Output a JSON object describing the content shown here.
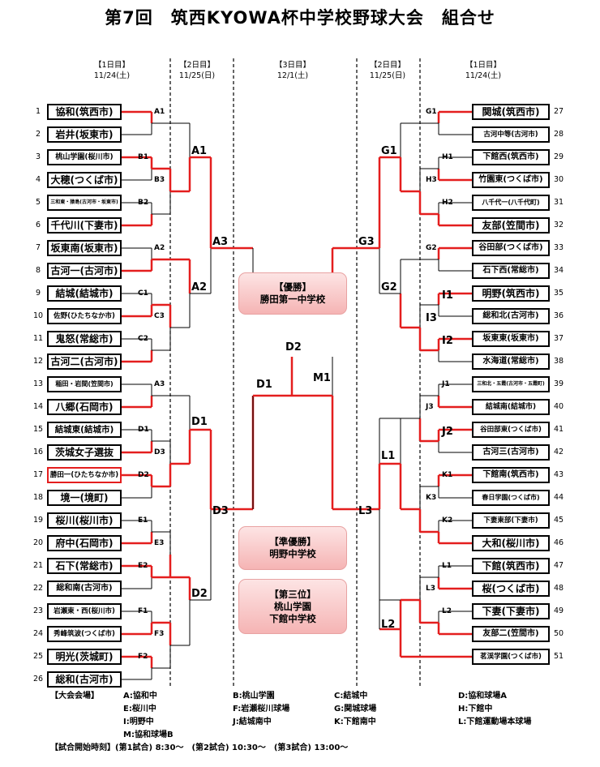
{
  "title": "第7回　筑西KYOWA杯中学校野球大会　組合せ",
  "day_headers": [
    {
      "round": "【1日目】",
      "date": "11/24(土)"
    },
    {
      "round": "【2日目】",
      "date": "11/25(日)"
    },
    {
      "round": "【3日目】",
      "date": "12/1(土)"
    },
    {
      "round": "【2日目】",
      "date": "11/25(日)"
    },
    {
      "round": "【1日目】",
      "date": "11/24(土)"
    }
  ],
  "left_teams": [
    {
      "num": "1",
      "name": "協和(筑西市)"
    },
    {
      "num": "2",
      "name": "岩井(坂東市)"
    },
    {
      "num": "3",
      "name": "桃山学園(桜川市)"
    },
    {
      "num": "4",
      "name": "大穂(つくば市)"
    },
    {
      "num": "5",
      "name": "三和東・猿島(古河市・坂東市)"
    },
    {
      "num": "6",
      "name": "千代川(下妻市)"
    },
    {
      "num": "7",
      "name": "坂東南(坂東市)"
    },
    {
      "num": "8",
      "name": "古河一(古河市)"
    },
    {
      "num": "9",
      "name": "結城(結城市)"
    },
    {
      "num": "10",
      "name": "佐野(ひたちなか市)"
    },
    {
      "num": "11",
      "name": "鬼怒(常総市)"
    },
    {
      "num": "12",
      "name": "古河二(古河市)"
    },
    {
      "num": "13",
      "name": "稲田・岩間(笠間市)"
    },
    {
      "num": "14",
      "name": "八郷(石岡市)"
    },
    {
      "num": "15",
      "name": "結城東(結城市)"
    },
    {
      "num": "16",
      "name": "茨城女子選抜"
    },
    {
      "num": "17",
      "name": "勝田一(ひたちなか市)"
    },
    {
      "num": "18",
      "name": "境一(境町)"
    },
    {
      "num": "19",
      "name": "桜川(桜川市)"
    },
    {
      "num": "20",
      "name": "府中(石岡市)"
    },
    {
      "num": "21",
      "name": "石下(常総市)"
    },
    {
      "num": "22",
      "name": "総和南(古河市)"
    },
    {
      "num": "23",
      "name": "岩瀬東・西(桜川市)"
    },
    {
      "num": "24",
      "name": "秀峰筑波(つくば市)"
    },
    {
      "num": "25",
      "name": "明光(茨城町)"
    },
    {
      "num": "26",
      "name": "総和(古河市)"
    }
  ],
  "right_teams": [
    {
      "num": "27",
      "name": "関城(筑西市)"
    },
    {
      "num": "28",
      "name": "古河中等(古河市)"
    },
    {
      "num": "29",
      "name": "下館西(筑西市)"
    },
    {
      "num": "30",
      "name": "竹園東(つくば市)"
    },
    {
      "num": "31",
      "name": "八千代一(八千代町)"
    },
    {
      "num": "32",
      "name": "友部(笠間市)"
    },
    {
      "num": "33",
      "name": "谷田部(つくば市)"
    },
    {
      "num": "34",
      "name": "石下西(常総市)"
    },
    {
      "num": "35",
      "name": "明野(筑西市)"
    },
    {
      "num": "36",
      "name": "総和北(古河市)"
    },
    {
      "num": "37",
      "name": "坂東東(坂東市)"
    },
    {
      "num": "38",
      "name": "水海道(常総市)"
    },
    {
      "num": "39",
      "name": "三和北・五霞(古河市・五霞町)"
    },
    {
      "num": "40",
      "name": "結城南(結城市)"
    },
    {
      "num": "41",
      "name": "谷田部東(つくば市)"
    },
    {
      "num": "42",
      "name": "古河三(古河市)"
    },
    {
      "num": "43",
      "name": "下館南(筑西市)"
    },
    {
      "num": "44",
      "name": "春日学園(つくば市)"
    },
    {
      "num": "45",
      "name": "下妻東部(下妻市)"
    },
    {
      "num": "46",
      "name": "大和(桜川市)"
    },
    {
      "num": "47",
      "name": "下館(筑西市)"
    },
    {
      "num": "48",
      "name": "桜(つくば市)"
    },
    {
      "num": "49",
      "name": "下妻(下妻市)"
    },
    {
      "num": "50",
      "name": "友部二(笠間市)"
    },
    {
      "num": "51",
      "name": "茗渓学園(つくば市)"
    }
  ],
  "game_labels": [
    "A1",
    "A2",
    "A3",
    "B1",
    "B2",
    "B3",
    "C1",
    "C2",
    "C3",
    "D1",
    "D2",
    "D3",
    "E1",
    "E2",
    "E3",
    "F1",
    "F2",
    "F3",
    "G1",
    "G2",
    "G3",
    "H1",
    "H2",
    "H3",
    "I1",
    "I2",
    "I3",
    "J1",
    "J2",
    "J3",
    "K1",
    "K2",
    "K3",
    "L1",
    "L2",
    "L3",
    "M1"
  ],
  "results": {
    "champion": {
      "label": "【優勝】",
      "team": "勝田第一中学校"
    },
    "runner_up": {
      "label": "【準優勝】",
      "team": "明野中学校"
    },
    "third": {
      "label": "【第三位】",
      "teams": [
        "桃山学園",
        "下館中学校"
      ]
    }
  },
  "venues": {
    "title": "【大会会場】",
    "items": [
      "A:協和中",
      "B:桃山学園",
      "C:結城中",
      "D:協和球場A",
      "E:桜川中",
      "F:岩瀬桜川球場",
      "G:関城球場",
      "H:下館中",
      "I:明野中",
      "J:結城南中",
      "K:下館南中",
      "L:下館運動場本球場",
      "M:協和球場B"
    ]
  },
  "start_times": "【試合開始時刻】(第1試合) 8:30～　(第2試合) 10:30～　(第3試合) 13:00～",
  "colors": {
    "highlight": "#e41e1e",
    "box_border": "#000000",
    "result_bg": "#f8c4c4"
  }
}
